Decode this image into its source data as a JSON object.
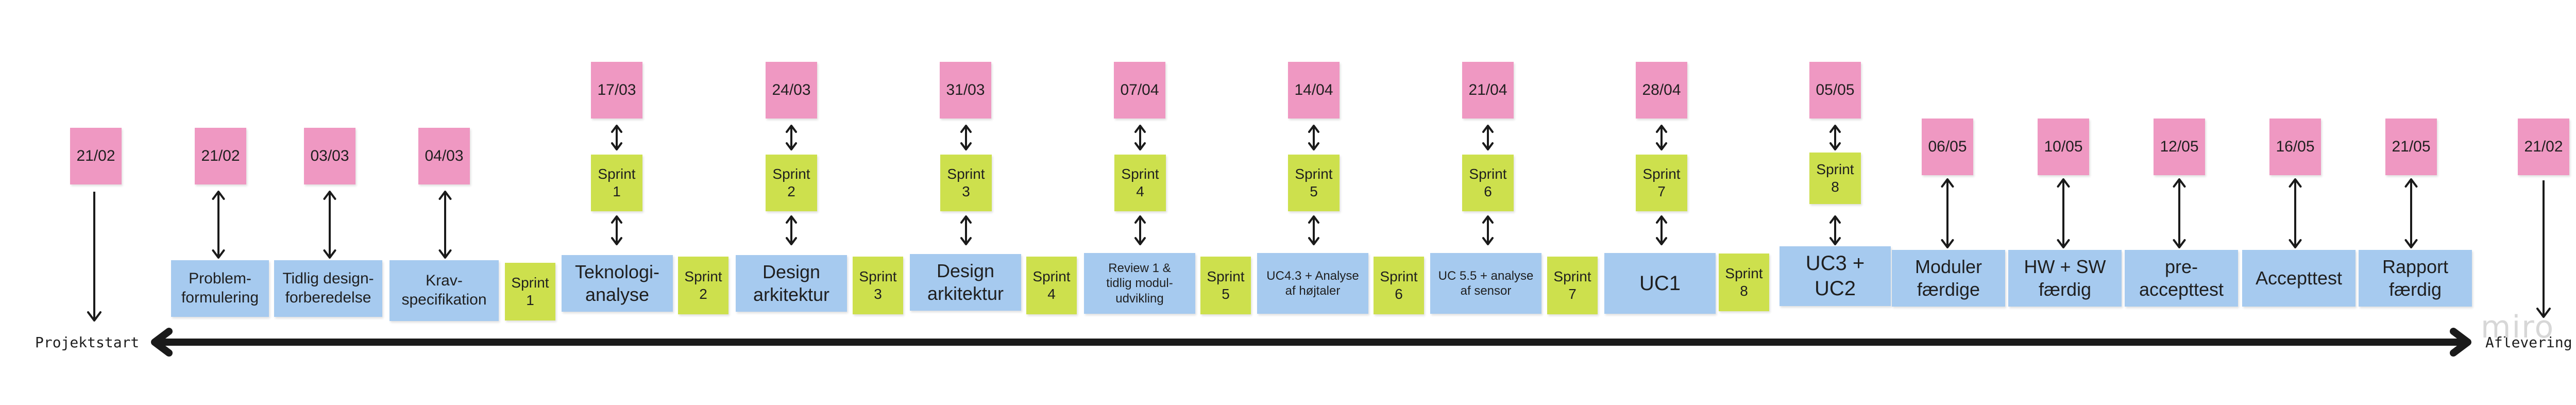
{
  "timeline": {
    "start_label": "Projektstart",
    "end_label": "Aflevering"
  },
  "watermark": "miro",
  "dates": {
    "start": "21/02",
    "problem": "21/02",
    "tidlig": "03/03",
    "krav": "04/03",
    "s1": "17/03",
    "s2": "24/03",
    "s3": "31/03",
    "s4": "07/04",
    "s5": "14/04",
    "s6": "21/04",
    "s7": "28/04",
    "s8": "05/05",
    "moduler": "06/05",
    "hwsw": "10/05",
    "pre": "12/05",
    "accept": "16/05",
    "rapport": "21/05",
    "end": "21/02"
  },
  "sprints": {
    "top1": "Sprint\n1",
    "top2": "Sprint\n2",
    "top3": "Sprint\n3",
    "top4": "Sprint\n4",
    "top5": "Sprint\n5",
    "top6": "Sprint\n6",
    "top7": "Sprint\n7",
    "top8": "Sprint\n8",
    "b1": "Sprint\n1",
    "b2": "Sprint\n2",
    "b3": "Sprint\n3",
    "b4": "Sprint\n4",
    "b5": "Sprint\n5",
    "b6": "Sprint\n6",
    "b7": "Sprint\n7",
    "b8": "Sprint\n8"
  },
  "tasks": {
    "problem": "Problem-\nformulering",
    "tidlig": "Tidlig design-\nforberedelse",
    "krav": "Krav-\nspecifikation",
    "teknologi": "Teknologi-\nanalyse",
    "design1": "Design\narkitektur",
    "design2": "Design\narkitektur",
    "review": "Review 1 &\ntidlig modul-\nudvikling",
    "uc43": "UC4.3 + Analyse\naf højtaler",
    "uc55": "UC 5.5 +  analyse\naf sensor",
    "uc1": "UC1",
    "uc32": "UC3 + UC2",
    "moduler": "Moduler\nfærdige",
    "hwsw": "HW + SW\nfærdig",
    "pre": "pre-\naccepttest",
    "accepttest": "Accepttest",
    "rapport": "Rapport\nfærdig"
  },
  "colors": {
    "date_note": "#ef98c2",
    "sprint_note": "#cde04d",
    "task_note": "#a6caef"
  }
}
